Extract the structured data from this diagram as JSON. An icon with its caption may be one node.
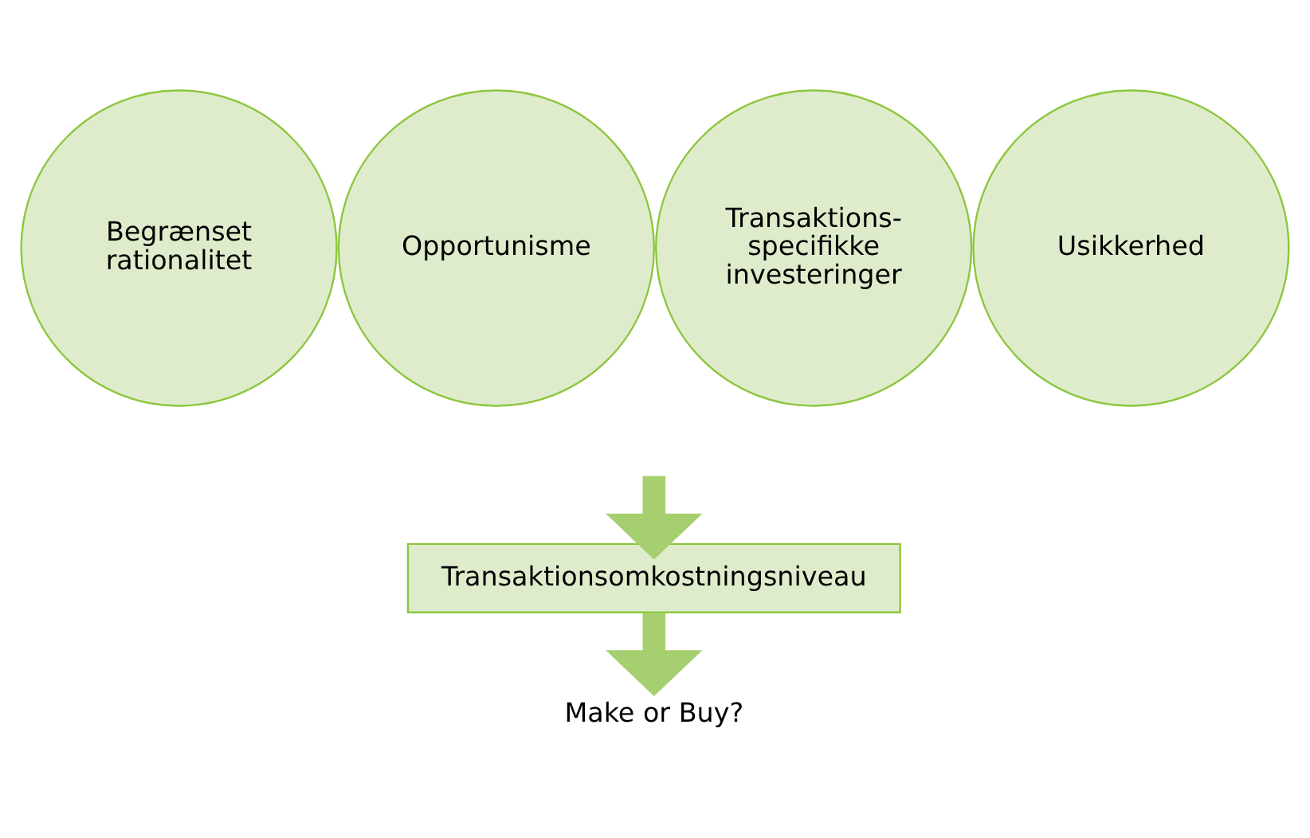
{
  "diagram": {
    "nodes": [
      {
        "text": [
          "Begrænset rationalitet"
        ]
      },
      {
        "text": [
          "Opportunisme"
        ]
      },
      {
        "text": [
          "Transaktions-specifikke investeringer"
        ]
      },
      {
        "text": [
          "Usikkerhed"
        ]
      },
      {
        "text": [
          "Transaktionsomkostningsniveau"
        ]
      },
      {
        "text": [
          "Make or Buy?"
        ]
      }
    ],
    "edges": [
      {
        "from": null,
        "to": 4,
        "arrow": "to"
      },
      {
        "from": 4,
        "to": 5,
        "arrow": "to"
      }
    ]
  }
}
